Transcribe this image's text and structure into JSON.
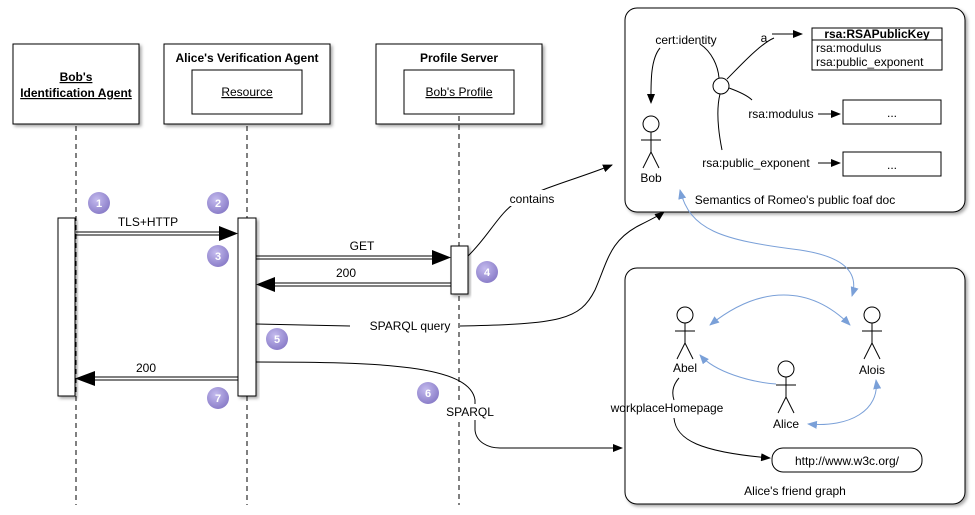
{
  "lanes": {
    "bob_agent": {
      "line1": "Bob's",
      "line2": "Identification Agent"
    },
    "alice_agent": {
      "title": "Alice's Verification Agent",
      "inner": "Resource"
    },
    "profile_server": {
      "title": "Profile Server",
      "inner": "Bob's Profile"
    }
  },
  "messages": {
    "tls": "TLS+HTTP",
    "get": "GET",
    "ok_200_server": "200",
    "sparql_query": "SPARQL query",
    "ok_200_bob": "200",
    "sparql": "SPARQL",
    "contains": "contains"
  },
  "steps": [
    "1",
    "2",
    "3",
    "4",
    "5",
    "6",
    "7"
  ],
  "semantics_box": {
    "cert_identity": "cert:identity",
    "a": "a",
    "key_title": "rsa:RSAPublicKey",
    "key_modulus": "rsa:modulus",
    "key_exponent": "rsa:public_exponent",
    "rsa_modulus": "rsa:modulus",
    "rsa_public_exponent": "rsa:public_exponent",
    "value_1": "...",
    "value_2": "...",
    "bob": "Bob",
    "caption": "Semantics of Romeo's public foaf doc"
  },
  "friend_graph": {
    "abel": "Abel",
    "alois": "Alois",
    "alice": "Alice",
    "workplace": "workplaceHomepage",
    "url": "http://www.w3c.org/",
    "caption": "Alice's friend graph"
  },
  "colors": {
    "badge": "#9b8ed0",
    "blue_link": "#7aa0d8",
    "stroke": "#000000"
  }
}
